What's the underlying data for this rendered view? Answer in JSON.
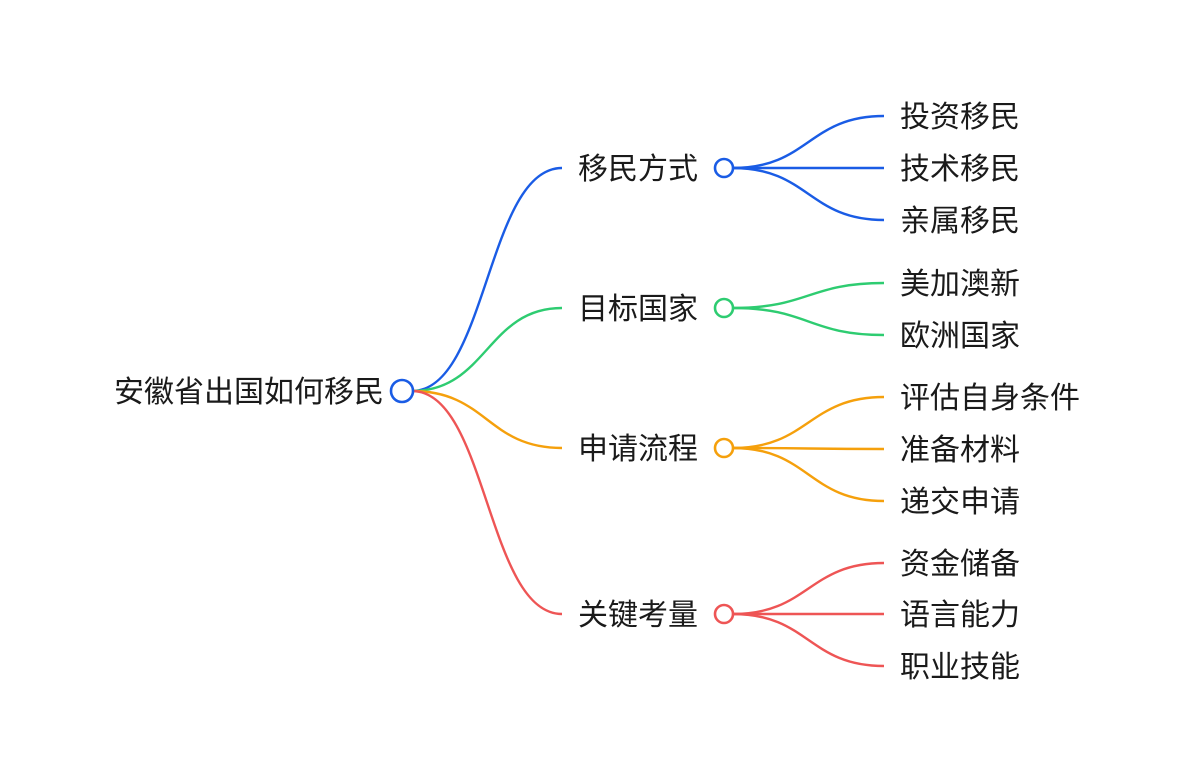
{
  "root": {
    "label": "安徽省出国如何移民"
  },
  "branches": [
    {
      "label": "移民方式",
      "color": "#1a5ce5",
      "children": [
        "投资移民",
        "技术移民",
        "亲属移民"
      ]
    },
    {
      "label": "目标国家",
      "color": "#2ecc71",
      "children": [
        "美加澳新",
        "欧洲国家"
      ]
    },
    {
      "label": "申请流程",
      "color": "#f5a00c",
      "children": [
        "评估自身条件",
        "准备材料",
        "递交申请"
      ]
    },
    {
      "label": "关键考量",
      "color": "#ee5555",
      "children": [
        "资金储备",
        "语言能力",
        "职业技能"
      ]
    }
  ]
}
